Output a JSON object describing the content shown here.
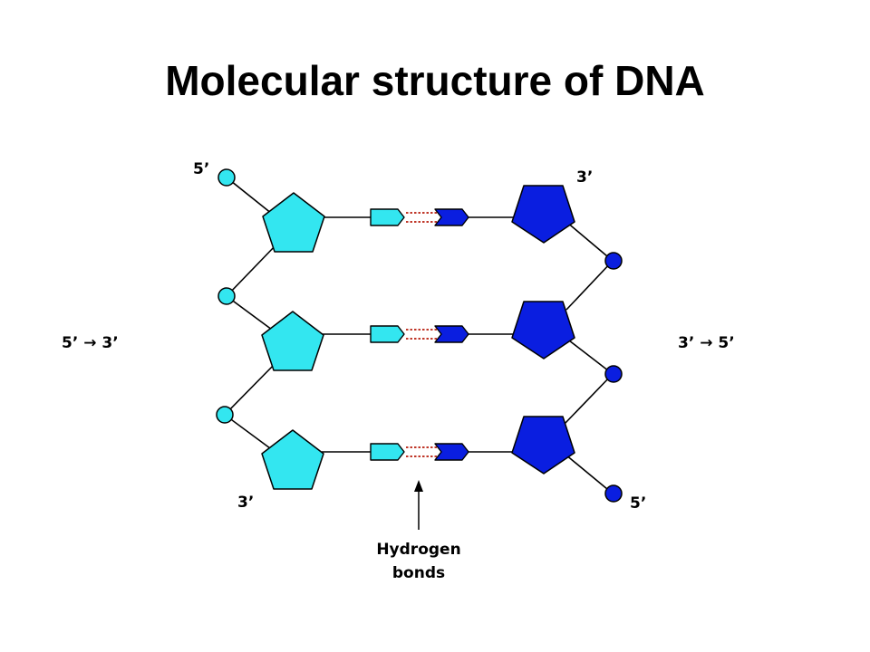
{
  "title": "Molecular structure of DNA",
  "labels": {
    "left_top_5prime": "5’",
    "left_bottom_3prime": "3’",
    "right_top_3prime": "3’",
    "right_bottom_5prime": "5’",
    "left_direction": "5’ → 3’",
    "right_direction": "3’ → 5’",
    "hydrogen_bonds_line1": "Hydrogen",
    "hydrogen_bonds_line2": "bonds"
  },
  "colors": {
    "left_strand": "#33e6f0",
    "right_strand": "#0a1ee0",
    "bond_line": "#000000",
    "hydrogen_bond": "#c0392b"
  },
  "strands": {
    "left": {
      "nucleotides": 3,
      "icon": "pentagon-sugar-icon"
    },
    "right": {
      "nucleotides": 3,
      "icon": "pentagon-sugar-icon"
    }
  }
}
